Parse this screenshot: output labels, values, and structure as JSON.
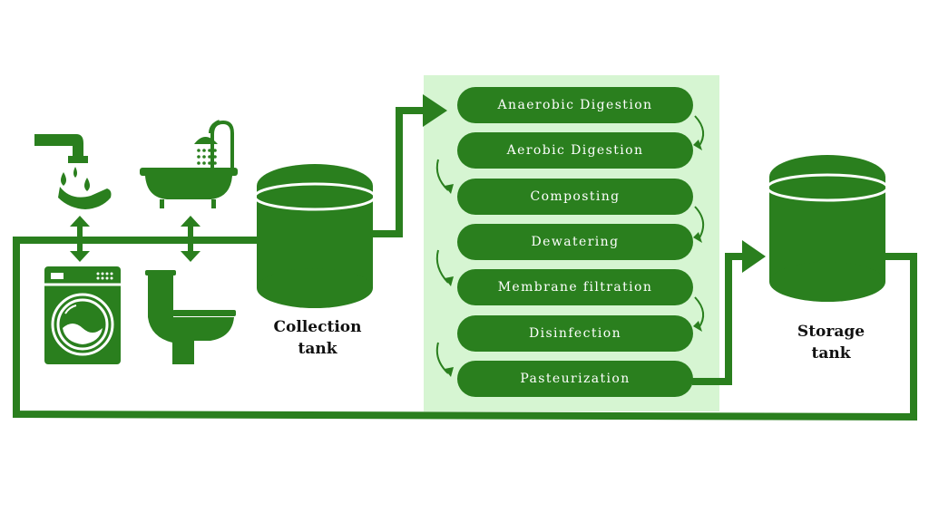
{
  "process_steps": [
    "Anaerobic Digestion",
    "Aerobic Digestion",
    "Composting",
    "Dewatering",
    "Membrane filtration",
    "Disinfection",
    "Pasteurization"
  ],
  "labels": {
    "collection_line1": "Collection",
    "collection_line2": "tank",
    "storage_line1": "Storage",
    "storage_line2": "tank"
  },
  "icons": [
    "faucet-icon",
    "bathtub-shower-icon",
    "washing-machine-icon",
    "toilet-icon"
  ],
  "colors": {
    "primary_green": "#2a7f1e",
    "panel_background": "#d6f5d2",
    "text_dark": "#111111"
  }
}
